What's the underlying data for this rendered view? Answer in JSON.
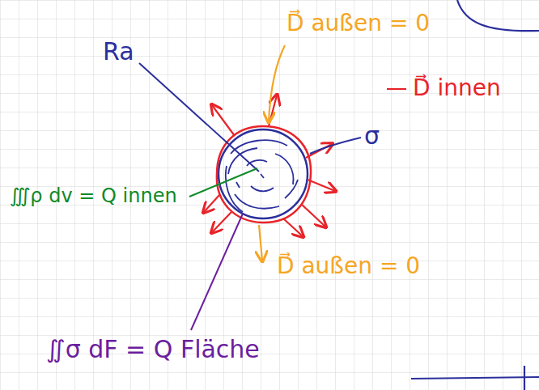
{
  "diagram": {
    "labels": [
      "D⃗ außen = 0",
      "D⃗ innen",
      "Ra",
      "σ",
      "∭ρ dv = Q innen",
      "D⃗ außen = 0",
      "∬σ dF = Q Fläche"
    ]
  }
}
